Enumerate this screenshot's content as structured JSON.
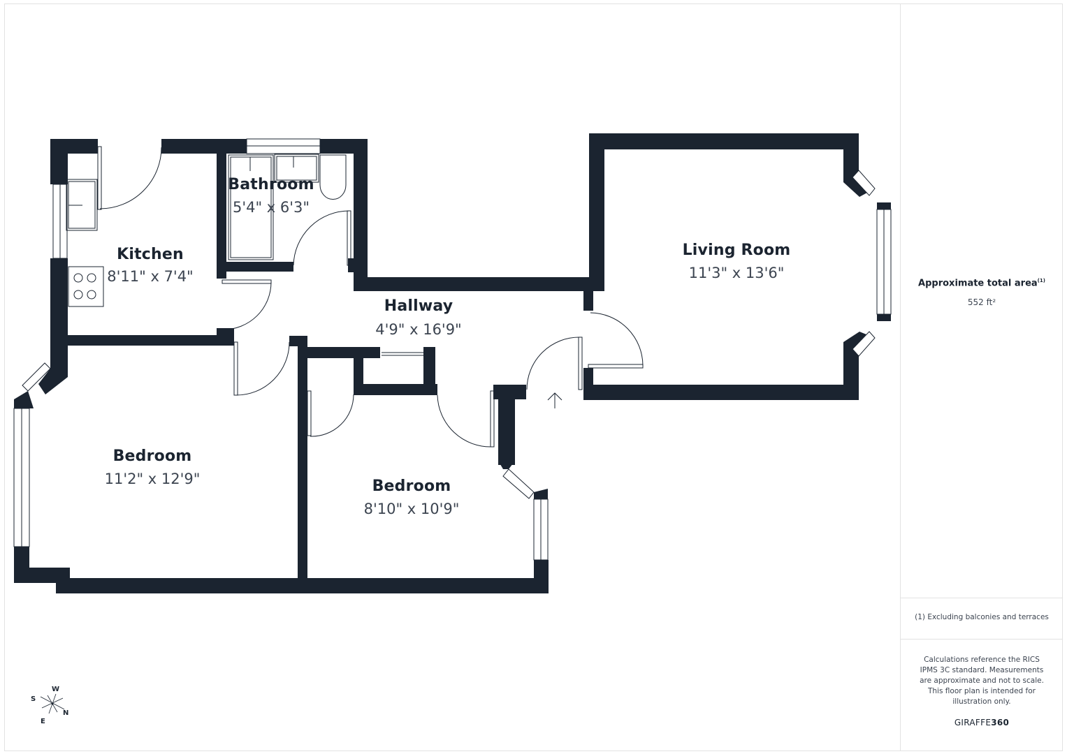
{
  "rooms": [
    {
      "name": "Kitchen",
      "dimensions": "8'11\" x 7'4\""
    },
    {
      "name": "Bathroom",
      "dimensions": "5'4\" x 6'3\""
    },
    {
      "name": "Living Room",
      "dimensions": "11'3\" x 13'6\""
    },
    {
      "name": "Hallway",
      "dimensions": "4'9\" x 16'9\""
    },
    {
      "name": "Bedroom",
      "dimensions": "11'2\" x 12'9\""
    },
    {
      "name": "Bedroom",
      "dimensions": "8'10\" x 10'9\""
    }
  ],
  "sidebar": {
    "area_title": "Approximate total area",
    "area_footnote_mark": "(1)",
    "area_value": "552 ft²",
    "footnote": "(1) Excluding balconies and terraces",
    "disclaimer": "Calculations reference the RICS IPMS 3C standard. Measurements are approximate and not to scale. This floor plan is intended for illustration only.",
    "brand_light": "GIRAFFE",
    "brand_bold": "360"
  },
  "compass": {
    "n": "N",
    "s": "S",
    "e": "E",
    "w": "W"
  },
  "colors": {
    "wall": "#1b2430",
    "text": "#1b2430",
    "dim_text": "#3c4450",
    "border": "#e2e2e2"
  }
}
